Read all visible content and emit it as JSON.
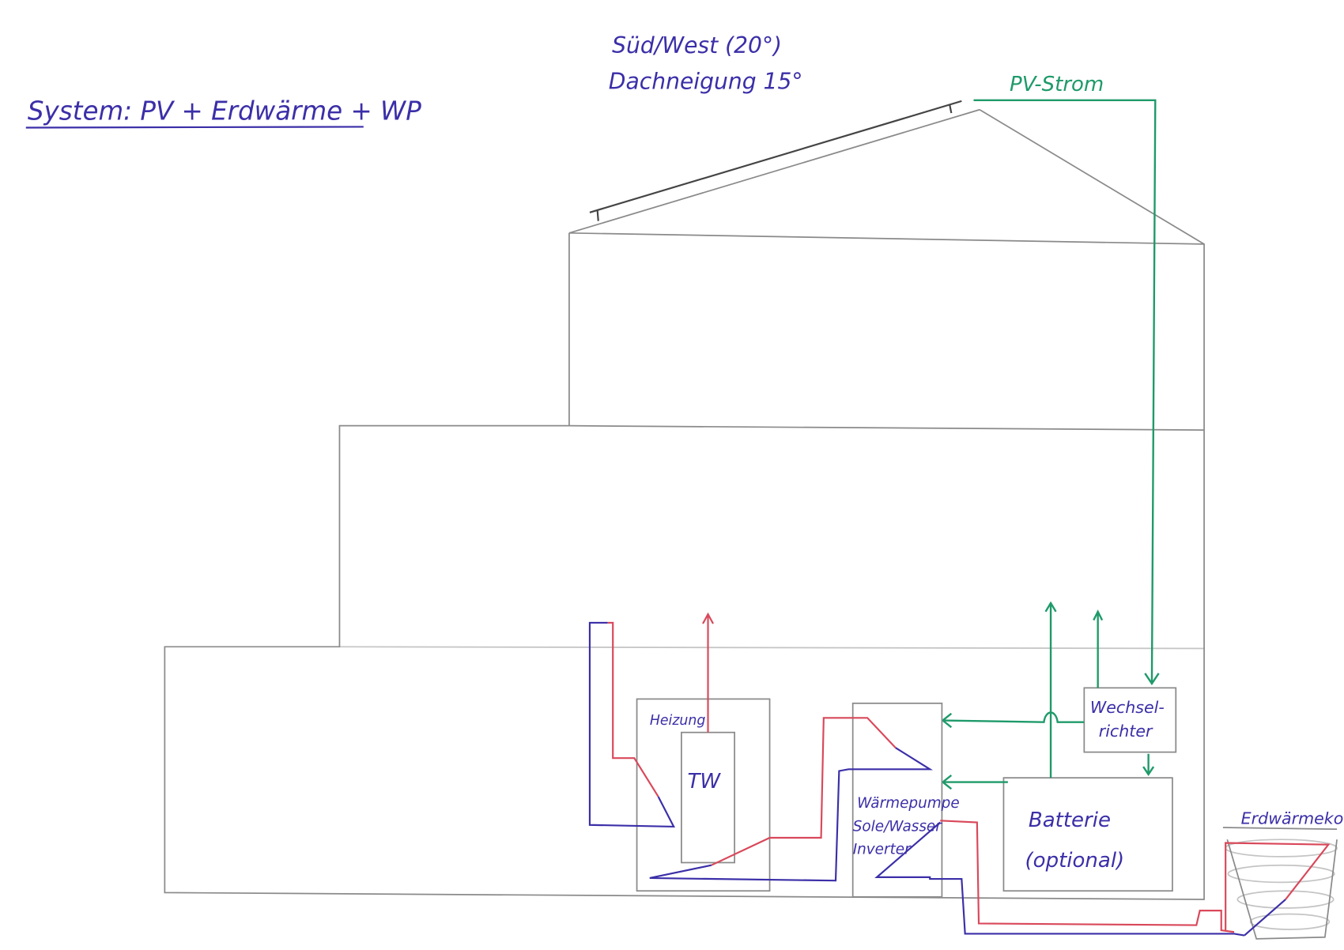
{
  "title": "System: PV + Erdwärme + WP",
  "orientation": {
    "line1": "Süd/West (20°)",
    "line2": "Dachneigung 15°"
  },
  "pv_label": "PV-Strom",
  "components": {
    "heating": "Heizung",
    "hot_water": "TW",
    "heat_pump": [
      "Wärmepumpe",
      "Sole/Wasser",
      "Inverter"
    ],
    "inverter": [
      "Wechsel-",
      "richter"
    ],
    "battery": [
      "Batterie",
      "(optional)"
    ],
    "ground_collector": "Erdwärmekorb"
  },
  "colors": {
    "ink": "#3b2fa8",
    "pv": "#1f9a6a",
    "supply": "#d9485a",
    "pencil": "#8a8a8a"
  }
}
